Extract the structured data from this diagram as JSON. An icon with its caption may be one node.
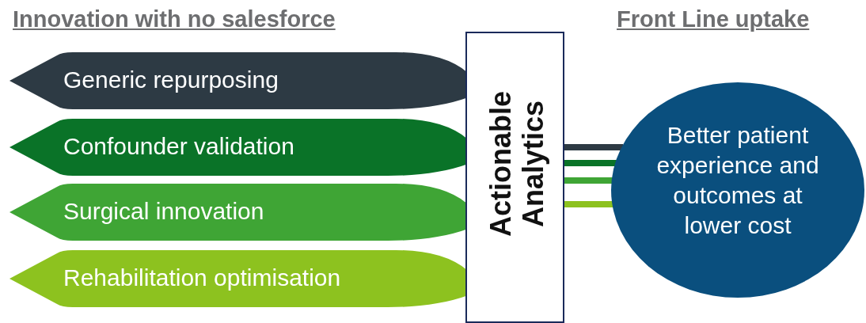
{
  "diagram": {
    "nodes": [
      {
        "text": [
          "Generic repurposing"
        ]
      },
      {
        "text": [
          "Confounder validation"
        ]
      },
      {
        "text": [
          "Surgical innovation"
        ]
      },
      {
        "text": [
          "Rehabilitation optimisation"
        ]
      },
      {
        "text": [
          "Actionable Analytics"
        ]
      },
      {
        "text": [
          "Better patient experience and outcomes at lower cost"
        ]
      }
    ],
    "edges": [
      {
        "from": 4,
        "to": 5,
        "arrow": "none",
        "color": "#2d3a44"
      },
      {
        "from": 4,
        "to": 5,
        "arrow": "none",
        "color": "#0a7328"
      },
      {
        "from": 4,
        "to": 5,
        "arrow": "none",
        "color": "#3fa535"
      },
      {
        "from": 4,
        "to": 5,
        "arrow": "none",
        "color": "#8dc21f"
      }
    ],
    "labels": [
      "Innovation with no salesforce",
      "Front Line uptake"
    ]
  }
}
